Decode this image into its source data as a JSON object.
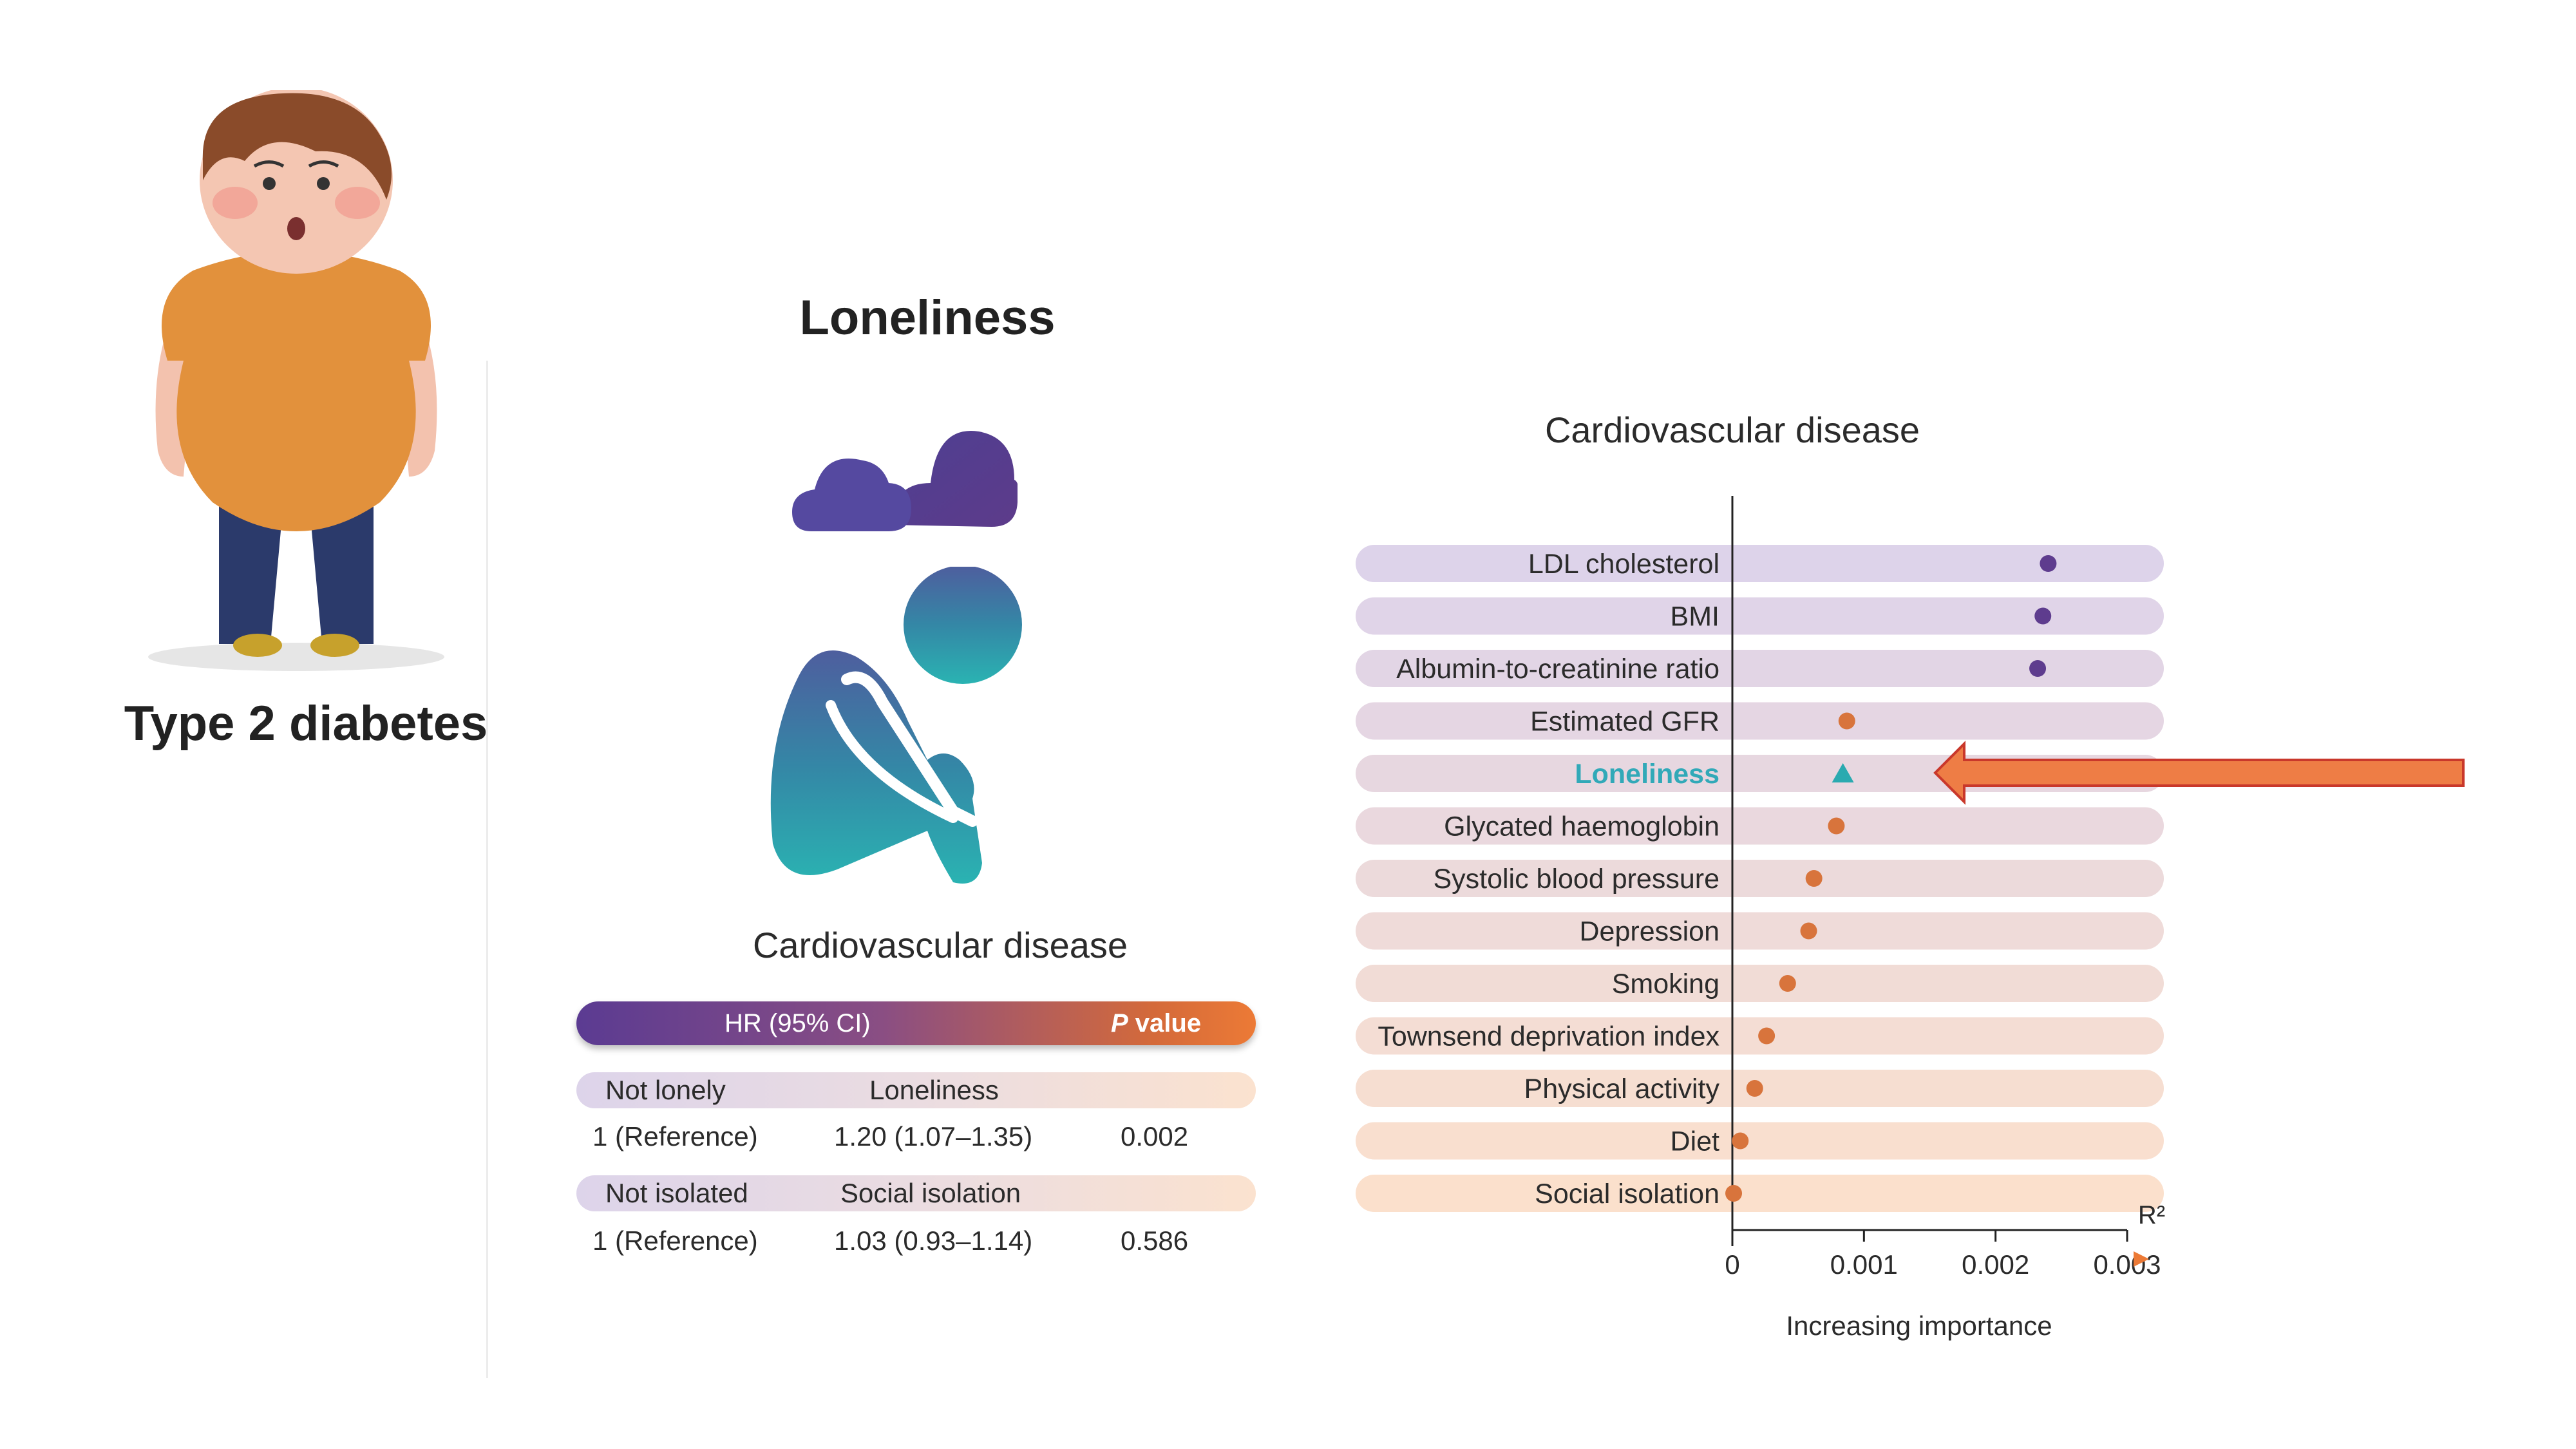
{
  "left_panel": {
    "type2_label": "Type 2 diabetes"
  },
  "center_panel": {
    "title": "Loneliness",
    "subtitle": "Cardiovascular disease",
    "table": {
      "header_hr": "HR (95% CI)",
      "header_p_italic": "P",
      "header_p_rest": " value",
      "groups": [
        {
          "ref_label": "Not lonely",
          "exp_label": "Loneliness",
          "ref_value": "1 (Reference)",
          "hr": "1.20 (1.07–1.35)",
          "p": "0.002"
        },
        {
          "ref_label": "Not isolated",
          "exp_label": "Social isolation",
          "ref_value": "1 (Reference)",
          "hr": "1.03 (0.93–1.14)",
          "p": "0.586"
        }
      ]
    }
  },
  "right_panel": {
    "colors": {
      "purple": "#5e3c8e",
      "orange": "#d8743c",
      "teal": "#2aaab0",
      "highlight_text": "#31a9b8",
      "arrow_fill": "#ee7d45",
      "arrow_stroke": "#c9382b"
    },
    "axis_label_r2": "R²",
    "importance_label": "Increasing importance"
  },
  "chart_data": {
    "type": "scatter",
    "title": "Cardiovascular disease",
    "xlabel": "R²",
    "xlim": [
      0,
      0.003
    ],
    "xticks": [
      "0",
      "0.001",
      "0.002",
      "0.003"
    ],
    "highlight": "Loneliness",
    "points": [
      {
        "label": "LDL cholesterol",
        "value": 0.0024,
        "marker": "circle",
        "color": "#5e3c8e"
      },
      {
        "label": "BMI",
        "value": 0.00236,
        "marker": "circle",
        "color": "#5e3c8e"
      },
      {
        "label": "Albumin-to-creatinine ratio",
        "value": 0.00232,
        "marker": "circle",
        "color": "#5e3c8e"
      },
      {
        "label": "Estimated GFR",
        "value": 0.00087,
        "marker": "circle",
        "color": "#d8743c"
      },
      {
        "label": "Loneliness",
        "value": 0.00084,
        "marker": "triangle",
        "color": "#2aaab0"
      },
      {
        "label": "Glycated haemoglobin",
        "value": 0.00079,
        "marker": "circle",
        "color": "#d8743c"
      },
      {
        "label": "Systolic blood pressure",
        "value": 0.00062,
        "marker": "circle",
        "color": "#d8743c"
      },
      {
        "label": "Depression",
        "value": 0.00058,
        "marker": "circle",
        "color": "#d8743c"
      },
      {
        "label": "Smoking",
        "value": 0.00042,
        "marker": "circle",
        "color": "#d8743c"
      },
      {
        "label": "Townsend deprivation index",
        "value": 0.00026,
        "marker": "circle",
        "color": "#d8743c"
      },
      {
        "label": "Physical activity",
        "value": 0.00017,
        "marker": "circle",
        "color": "#d8743c"
      },
      {
        "label": "Diet",
        "value": 6e-05,
        "marker": "circle",
        "color": "#d8743c"
      },
      {
        "label": "Social isolation",
        "value": 1e-05,
        "marker": "circle",
        "color": "#d8743c"
      }
    ]
  }
}
